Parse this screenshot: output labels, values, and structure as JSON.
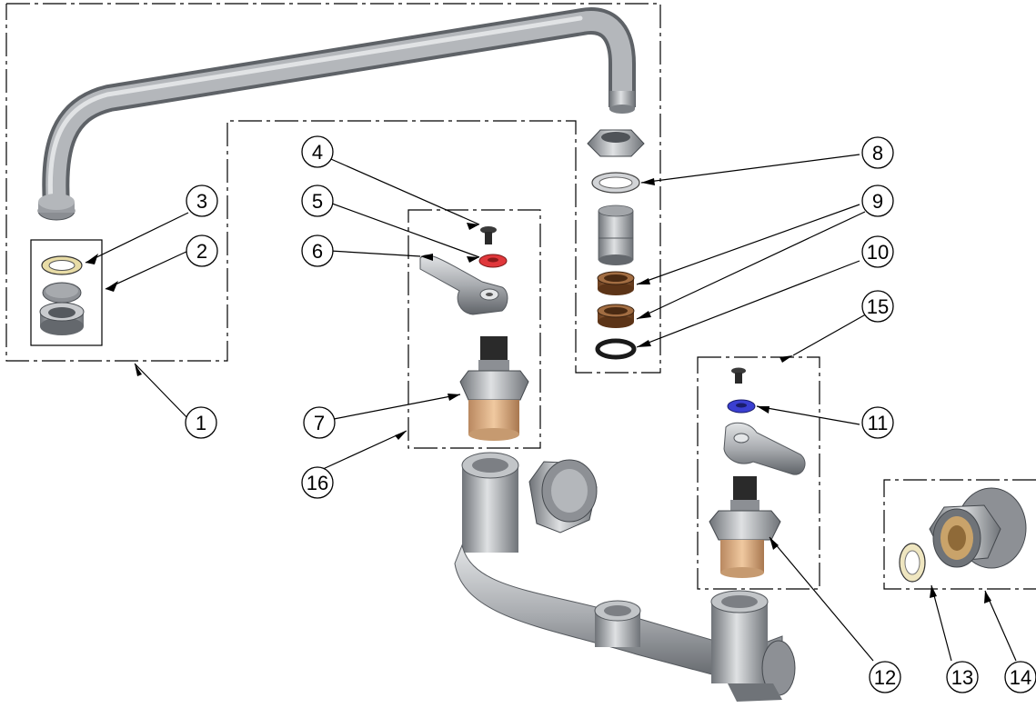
{
  "callouts": [
    {
      "id": "1",
      "label": "1"
    },
    {
      "id": "2",
      "label": "2"
    },
    {
      "id": "3",
      "label": "3"
    },
    {
      "id": "4",
      "label": "4"
    },
    {
      "id": "5",
      "label": "5"
    },
    {
      "id": "6",
      "label": "6"
    },
    {
      "id": "7",
      "label": "7"
    },
    {
      "id": "8",
      "label": "8"
    },
    {
      "id": "9",
      "label": "9"
    },
    {
      "id": "10",
      "label": "10"
    },
    {
      "id": "11",
      "label": "11"
    },
    {
      "id": "12",
      "label": "12"
    },
    {
      "id": "13",
      "label": "13"
    },
    {
      "id": "14",
      "label": "14"
    },
    {
      "id": "15",
      "label": "15"
    },
    {
      "id": "16",
      "label": "16"
    }
  ],
  "colors": {
    "metal": "#a9acb0",
    "metal_dark": "#6f7378",
    "metal_light": "#d8dadd",
    "brass": "#caa27a",
    "red_washer": "#e0373b",
    "blue_washer": "#3a3fd1",
    "brown_ring": "#8b5a35",
    "cream_washer": "#efe6c0"
  }
}
